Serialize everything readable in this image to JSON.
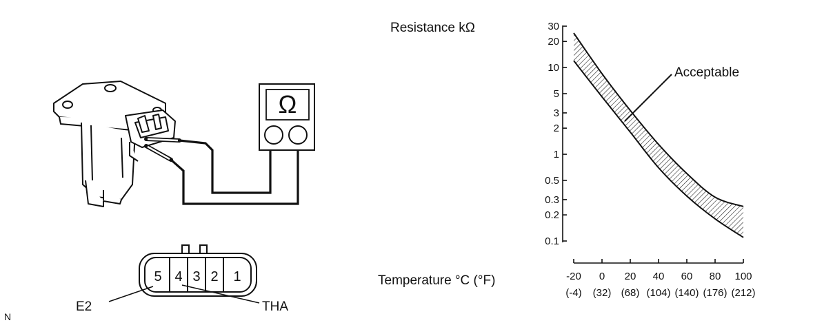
{
  "sensor_diagram": {
    "meter_symbol": "Ω",
    "connector_pins": [
      "5",
      "4",
      "3",
      "2",
      "1"
    ],
    "pin_labels": {
      "e2": "E2",
      "tha": "THA"
    },
    "corner_mark": "N"
  },
  "chart_data": {
    "type": "area",
    "y_label": "Resistance kΩ",
    "x_label": "Temperature °C (°F)",
    "y_scale": "log",
    "y_ticks": [
      "30",
      "20",
      "10",
      "5",
      "3",
      "2",
      "1",
      "0.5",
      "0.3",
      "0.2",
      "0.1"
    ],
    "y_tick_values": [
      30,
      20,
      10,
      5,
      3,
      2,
      1,
      0.5,
      0.3,
      0.2,
      0.1
    ],
    "x_ticks_c": [
      "-20",
      "0",
      "20",
      "40",
      "60",
      "80",
      "100"
    ],
    "x_ticks_f": [
      "(-4)",
      "(32)",
      "(68)",
      "(104)",
      "(140)",
      "(176)",
      "(212)"
    ],
    "x_tick_values": [
      -20,
      0,
      20,
      40,
      60,
      80,
      100
    ],
    "band_label": "Acceptable",
    "series": [
      {
        "name": "upper",
        "x": [
          -20,
          0,
          20,
          40,
          60,
          80,
          100
        ],
        "y": [
          25,
          8.5,
          3.2,
          1.3,
          0.6,
          0.32,
          0.25
        ]
      },
      {
        "name": "lower",
        "x": [
          -20,
          0,
          20,
          40,
          60,
          80,
          100
        ],
        "y": [
          12,
          4.6,
          1.8,
          0.7,
          0.33,
          0.18,
          0.11
        ]
      }
    ]
  }
}
